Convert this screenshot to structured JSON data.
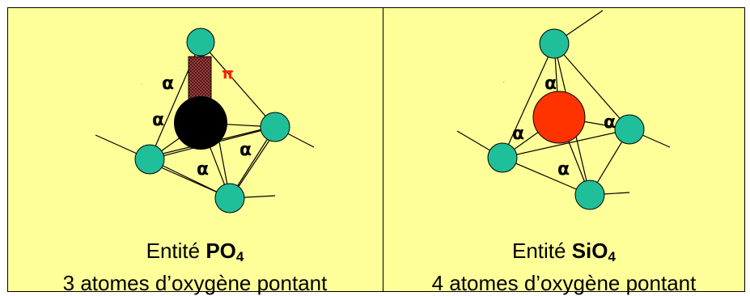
{
  "panels": {
    "left": {
      "caption_prefix": "Entité ",
      "formula_main": "PO",
      "formula_sub": "4",
      "line2": "3 atomes d’oxygène pontant"
    },
    "right": {
      "caption_prefix": "Entité ",
      "formula_main": "SiO",
      "formula_sub": "4",
      "line2": "4 atomes d’oxygène pontant"
    }
  },
  "symbols": {
    "alpha": "α",
    "pi": "π",
    "dot": "."
  },
  "colors": {
    "background": "#ffff99",
    "oxygen": "#1fbf9a",
    "phosphorus": "#000000",
    "silicon": "#ff3300",
    "pi_bond": "#cc3333",
    "pi_label": "#ff2200"
  }
}
